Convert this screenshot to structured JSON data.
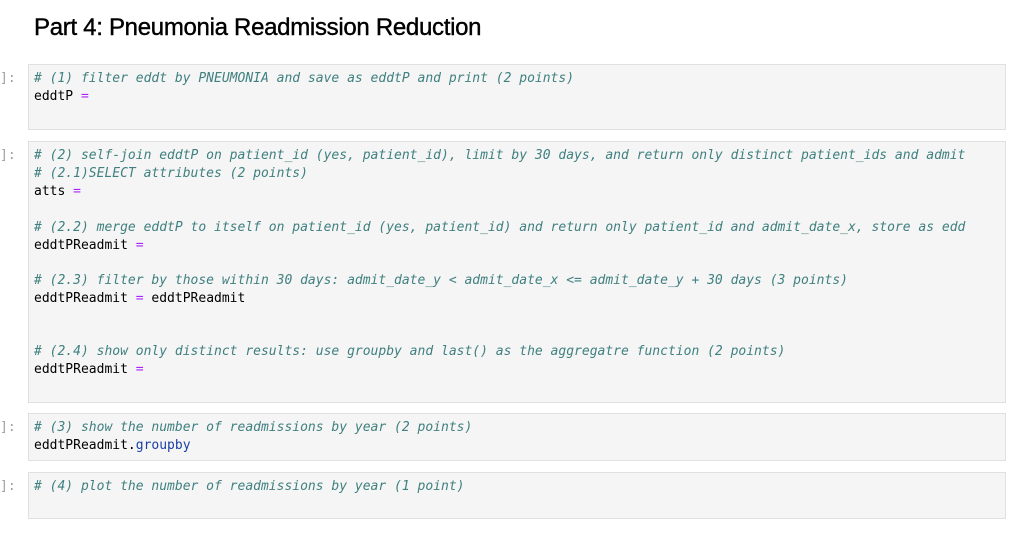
{
  "heading": "Part 4: Pneumonia Readmission Reduction",
  "prompt": "]:",
  "cells": [
    {
      "lines": [
        {
          "comment": "# (1) filter eddt by PNEUMONIA and save as eddtP and print (2 points)"
        },
        {
          "code": "eddtP",
          "op": "="
        }
      ]
    },
    {
      "lines": [
        {
          "comment": "# (2) self-join eddtP on patient_id (yes, patient_id), limit by 30 days, and return only distinct patient_ids and admit"
        },
        {
          "comment": "# (2.1)SELECT attributes (2 points)"
        },
        {
          "code": "atts",
          "op": "="
        },
        {
          "comment": "# (2.2) merge eddtP to itself on patient_id (yes, patient_id) and return only patient_id and admit_date_x, store as edd"
        },
        {
          "code": "eddtPReadmit",
          "op": "="
        },
        {
          "comment": "# (2.3) filter by those within 30 days: admit_date_y < admit_date_x <= admit_date_y + 30 days (3 points)"
        },
        {
          "code": "eddtPReadmit",
          "op": "=",
          "rest": "eddtPReadmit"
        },
        {
          "comment": "# (2.4) show only distinct results: use groupby and last() as the aggregatre function (2 points)"
        },
        {
          "code": "eddtPReadmit",
          "op": "="
        }
      ]
    },
    {
      "lines": [
        {
          "comment": "# (3) show the number of readmissions by year (2 points)"
        },
        {
          "code": "eddtPReadmit",
          "dot": ".",
          "attr": "groupby"
        }
      ]
    },
    {
      "lines": [
        {
          "comment": "# (4) plot the number of readmissions by year (1 point)"
        }
      ]
    }
  ]
}
